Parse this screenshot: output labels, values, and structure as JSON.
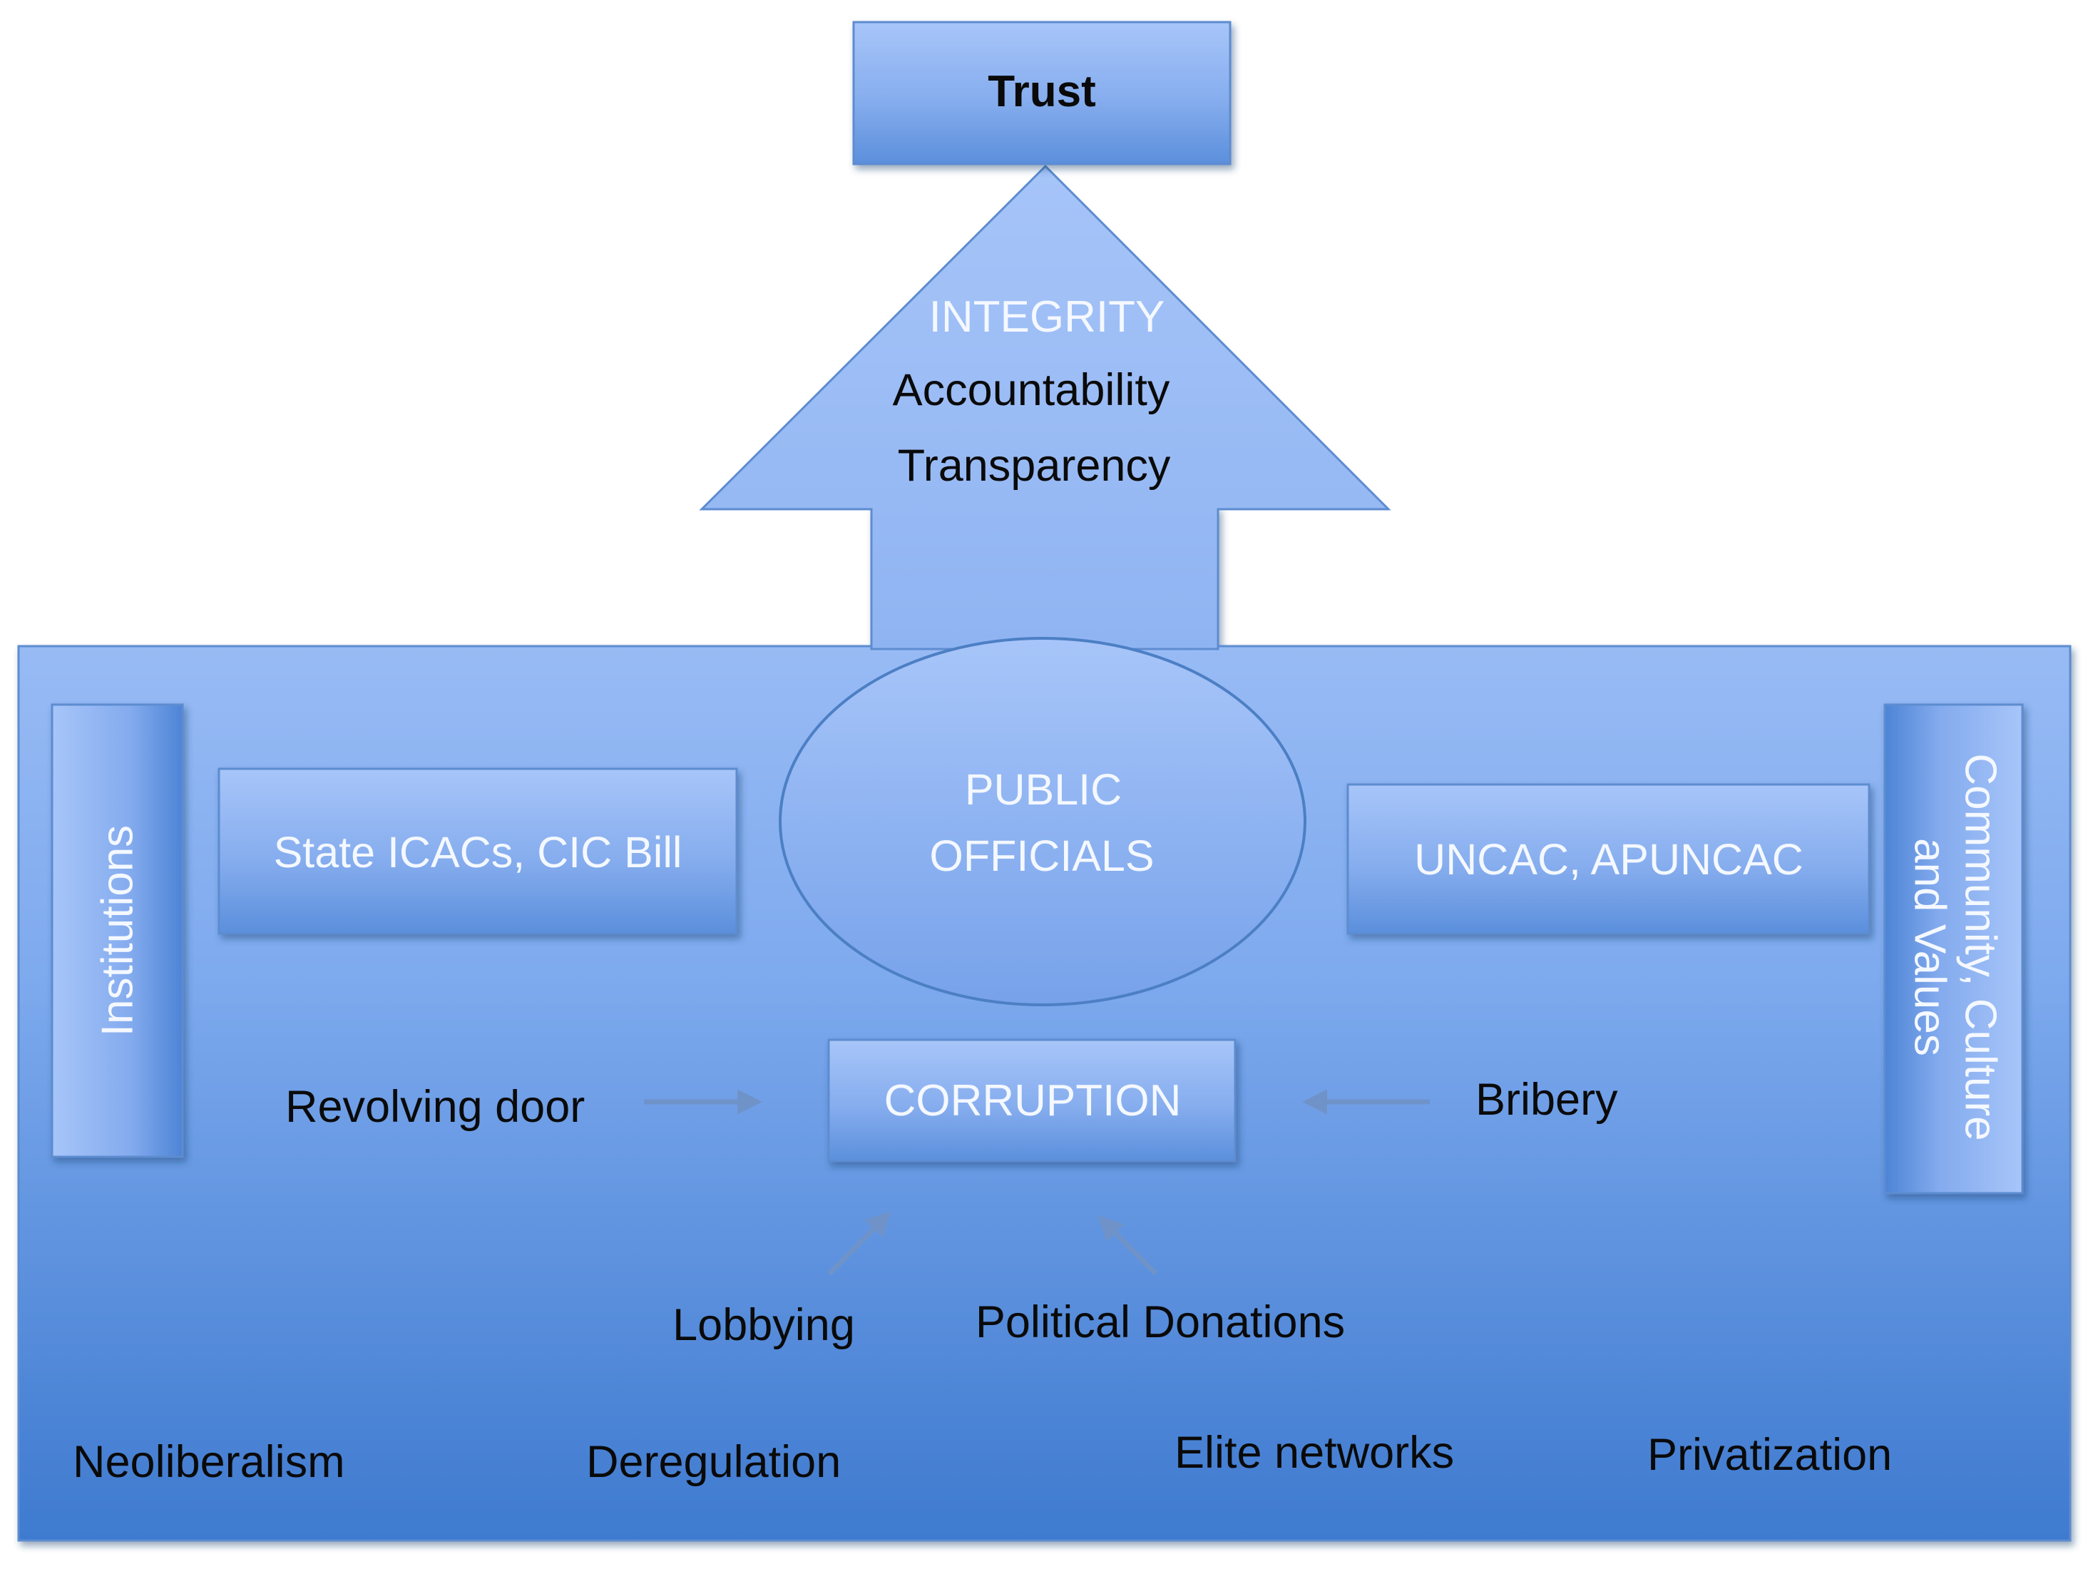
{
  "top": {
    "trust": "Trust"
  },
  "arrow": {
    "integrity": "INTEGRITY",
    "accountability": "Accountability",
    "transparency": "Transparency"
  },
  "center": {
    "public_officials_line1": "PUBLIC",
    "public_officials_line2": "OFFICIALS",
    "corruption": "CORRUPTION"
  },
  "sides": {
    "institutions": "Institutions",
    "community_line1": "Community, Culture",
    "community_line2": "and Values",
    "left_box": "State ICACs, CIC Bill",
    "right_box": "UNCAC, APUNCAC"
  },
  "drivers": {
    "revolving_door": "Revolving door",
    "bribery": "Bribery",
    "lobbying": "Lobbying",
    "political_donations": "Political Donations"
  },
  "context": {
    "neoliberalism": "Neoliberalism",
    "deregulation": "Deregulation",
    "elite_networks": "Elite networks",
    "privatization": "Privatization"
  },
  "colors": {
    "light_blue": "#a8c6f8",
    "mid_blue": "#7ea8ec",
    "dark_blue": "#3f7bd0",
    "edge_blue": "#4c7fc4",
    "arrow_line": "#6f93c9"
  }
}
